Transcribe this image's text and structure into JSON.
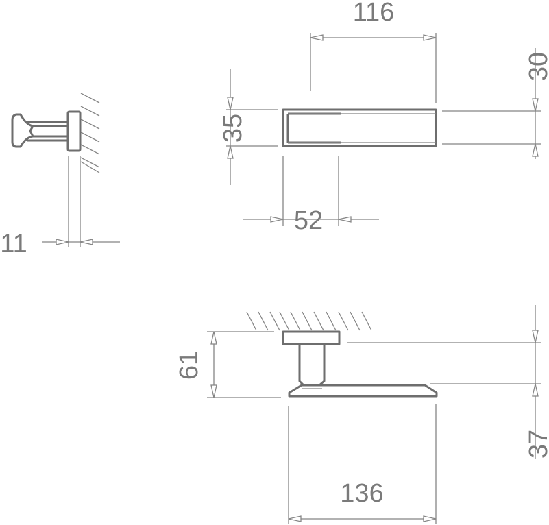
{
  "drawing": {
    "dimensions": {
      "top_length": "116",
      "top_right_offset": "30",
      "top_height": "35",
      "top_base_width": "52",
      "side_plate_thickness": "11",
      "bottom_depth": "61",
      "bottom_right_offset": "37",
      "bottom_length": "136"
    },
    "colors": {
      "line": "#6e6e6e",
      "dimension": "#858585"
    }
  }
}
